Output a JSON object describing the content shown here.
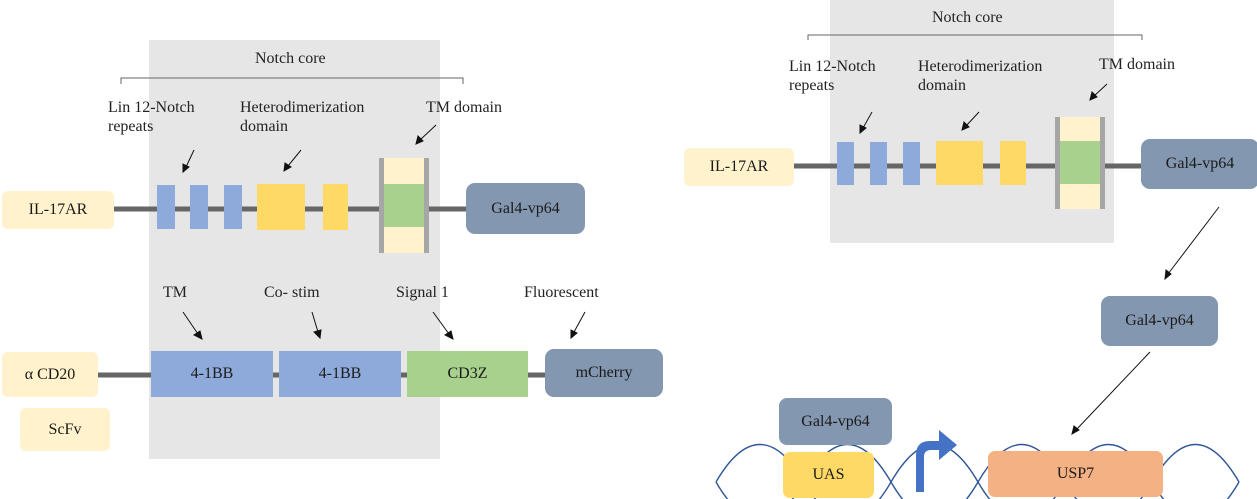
{
  "left": {
    "notch_core_label": "Notch core",
    "lin12_label": "Lin 12-Notch\nrepeats",
    "hetero_label": "Heterodimerization\ndomain",
    "tm_domain_label": "TM domain",
    "il17ar": "IL-17AR",
    "gal4": "Gal4-vp64",
    "tm_label": "TM",
    "costim_label": "Co- stim",
    "signal1_label": "Signal 1",
    "fluorescent_label": "Fluorescent",
    "acd20": "α CD20",
    "scfv": "ScFv",
    "bb1": "4-1BB",
    "bb2": "4-1BB",
    "cd3z": "CD3Z",
    "mcherry": "mCherry"
  },
  "right": {
    "notch_core_label": "Notch core",
    "lin12_label": "Lin 12-Notch\nrepeats",
    "hetero_label": "Heterodimerization\ndomain",
    "tm_domain_label": "TM domain",
    "il17ar": "IL-17AR",
    "gal4_top": "Gal4-vp64",
    "gal4_mid": "Gal4-vp64",
    "gal4_bound": "Gal4-vp64",
    "uas": "UAS",
    "usp7": "USP7"
  },
  "colors": {
    "notch_bg": "#e6e6e6",
    "linker": "#666666",
    "repeat_blue": "#8eaadb",
    "hetero_yellow": "#ffd966",
    "tm_cream": "#fff2cc",
    "tm_green": "#a9d18e",
    "tm_bar": "#a6a6a6",
    "gal4": "#8497b0",
    "bb_blue": "#8eaadb",
    "cd3z_green": "#a9d18e",
    "usp7": "#f4b183",
    "dna": "#2f5597",
    "promoter_arrow": "#4472c4"
  }
}
